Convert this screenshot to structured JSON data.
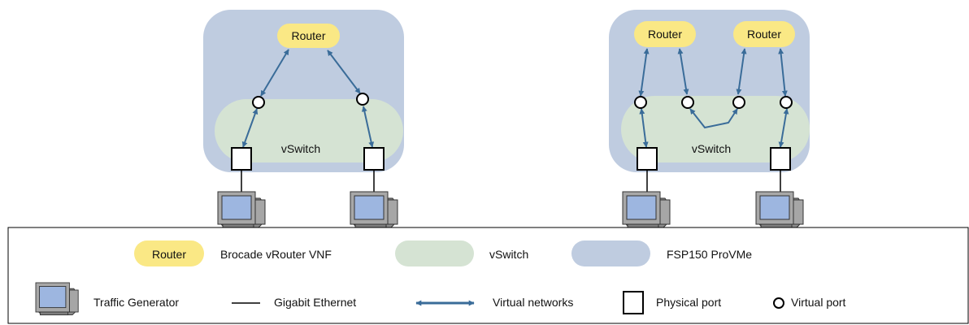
{
  "diagram_left": {
    "router_label": "Router",
    "vswitch_label": "vSwitch"
  },
  "diagram_right": {
    "router1_label": "Router",
    "router2_label": "Router",
    "vswitch_label": "vSwitch"
  },
  "legend": {
    "router_badge": "Router",
    "router_desc": "Brocade vRouter VNF",
    "vswitch_desc": "vSwitch",
    "fsp_desc": "FSP150 ProVMe",
    "traffic_gen_desc": "Traffic Generator",
    "ethernet_desc": "Gigabit Ethernet",
    "virtual_networks_desc": "Virtual networks",
    "physical_port_desc": "Physical port",
    "virtual_port_desc": "Virtual port"
  },
  "colors": {
    "fsp_box": "#BFCCE0",
    "vswitch": "#D5E3D3",
    "router": "#FAE885",
    "arrow": "#3A6C99",
    "monitor_screen": "#9DB6E0",
    "monitor_body": "#9A9A9A"
  },
  "icons": {
    "traffic_generator": "monitor-icon",
    "physical_port": "square-icon",
    "virtual_port": "circle-icon"
  }
}
